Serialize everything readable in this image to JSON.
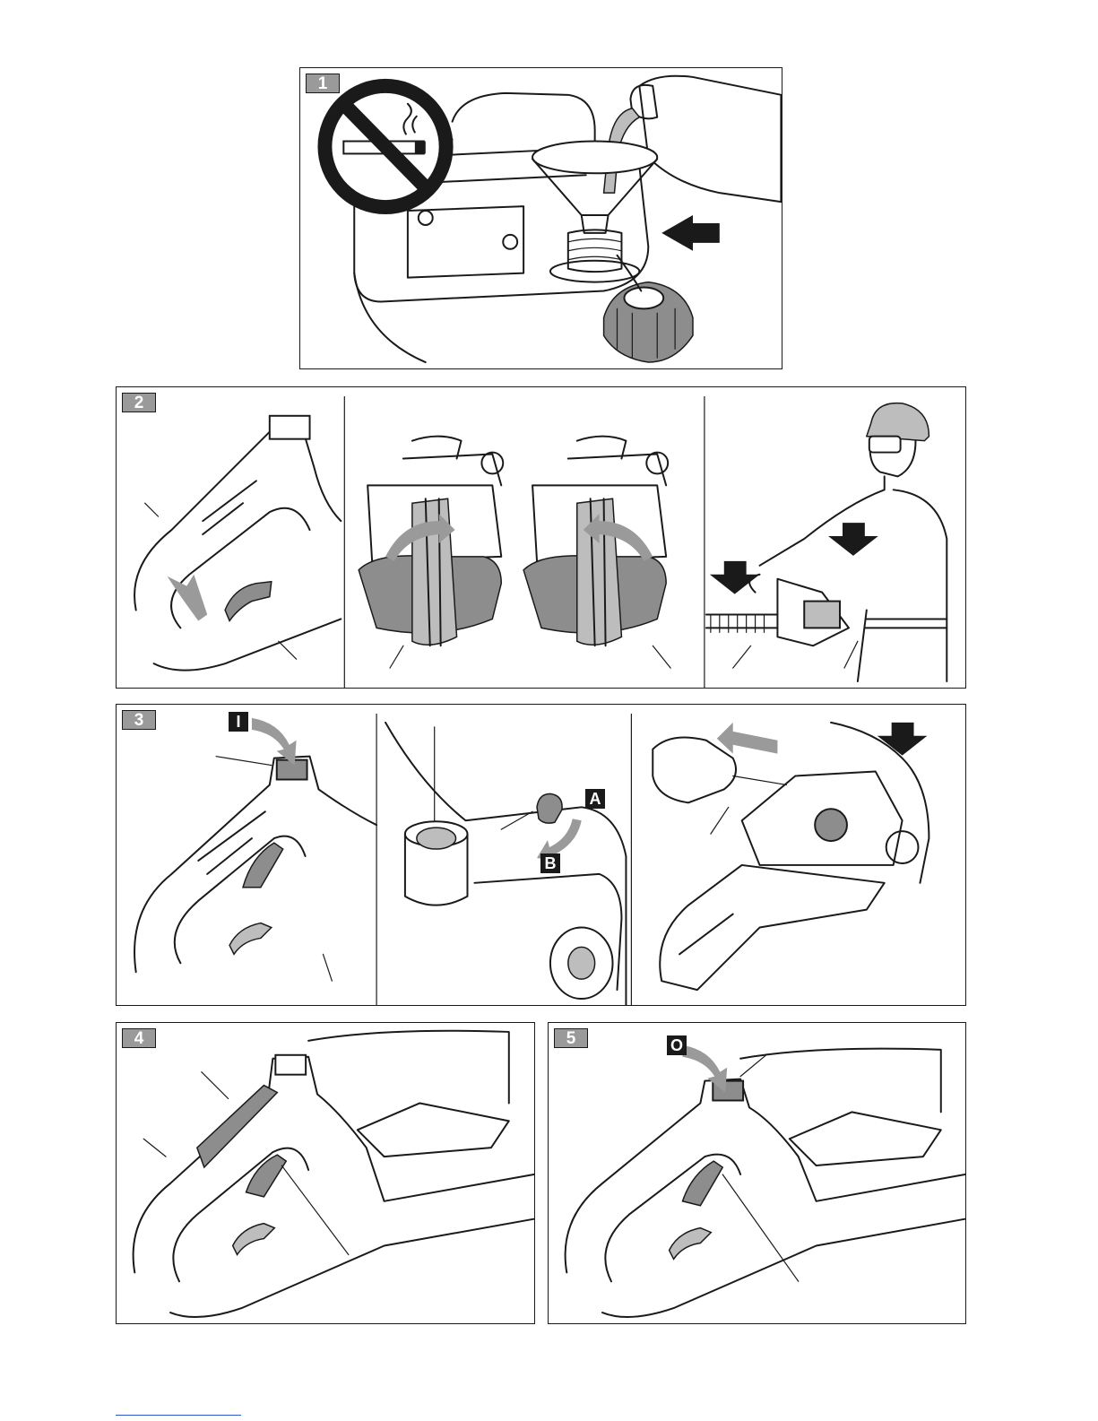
{
  "figures": [
    {
      "number": "1"
    },
    {
      "number": "2"
    },
    {
      "number": "3",
      "tags": [
        "I",
        "A",
        "B"
      ]
    },
    {
      "number": "4"
    },
    {
      "number": "5",
      "tags": [
        "O"
      ]
    }
  ]
}
